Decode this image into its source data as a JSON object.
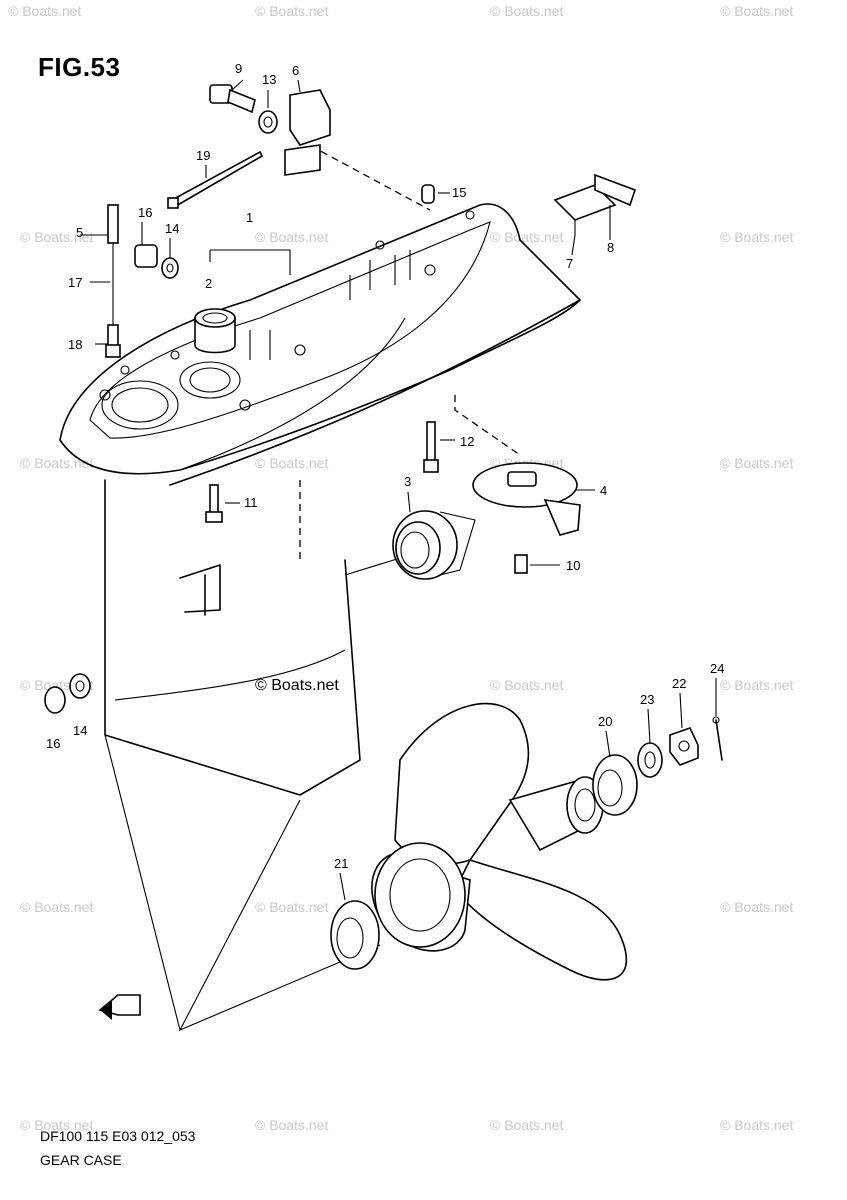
{
  "figure": {
    "title": "FIG.53",
    "model_code": "DF100 115 E03 012_053",
    "section_name": "GEAR CASE"
  },
  "watermark": {
    "text": "© Boats.net",
    "center_text": "© Boats.net",
    "color": "#c9c9c9"
  },
  "part_labels": {
    "p1": "1",
    "p2": "2",
    "p3": "3",
    "p4": "4",
    "p5": "5",
    "p6": "6",
    "p7": "7",
    "p8": "8",
    "p9": "9",
    "p10": "10",
    "p11": "11",
    "p12": "12",
    "p13": "13",
    "p14a": "14",
    "p14b": "14",
    "p15": "15",
    "p16a": "16",
    "p16b": "16",
    "p17": "17",
    "p18": "18",
    "p19": "19",
    "p20": "20",
    "p21": "21",
    "p22": "22",
    "p23": "23",
    "p24": "24"
  },
  "icons": {
    "front_arrow": "front-direction-arrow-icon"
  }
}
